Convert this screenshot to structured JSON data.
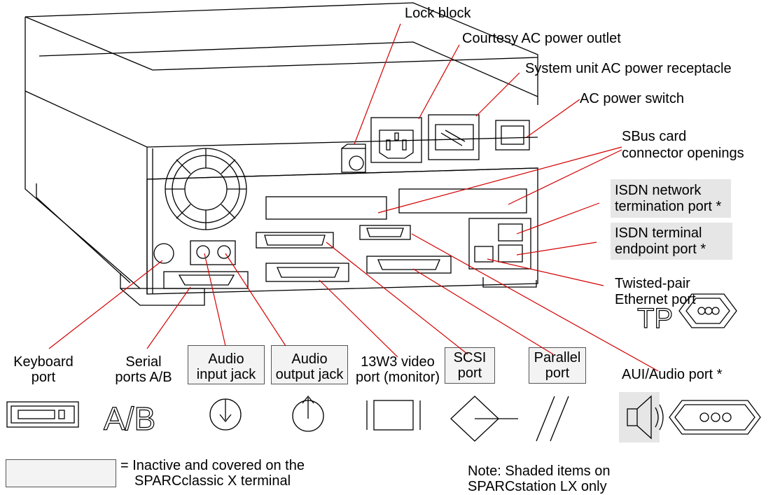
{
  "labels": {
    "lock_block": "Lock block",
    "courtesy_outlet": "Courtesy AC power outlet",
    "ac_receptacle": "System unit AC power receptacle",
    "ac_switch": "AC power switch",
    "sbus_1": "SBus card",
    "sbus_2": "connector openings",
    "isdn_net_1": "ISDN network",
    "isdn_net_2": "termination port *",
    "isdn_term_1": "ISDN terminal",
    "isdn_term_2": "endpoint port *",
    "tp_1": "Twisted-pair",
    "tp_2": "Ethernet port",
    "tp_symbol": "TP",
    "keyboard_1": "Keyboard",
    "keyboard_2": "port",
    "serial_1": "Serial",
    "serial_2": "ports A/B",
    "audio_in_1": "Audio",
    "audio_in_2": "input jack",
    "audio_out_1": "Audio",
    "audio_out_2": "output jack",
    "video_1": "13W3 video",
    "video_2": "port (monitor)",
    "scsi_1": "SCSI",
    "scsi_2": "port",
    "parallel_1": "Parallel",
    "parallel_2": "port",
    "aui": "AUI/Audio port *",
    "ab_symbol": "A/B"
  },
  "legend": {
    "inactive_1": "= Inactive and covered on the",
    "inactive_2": "SPARCclassic X terminal",
    "note_1": "Note: Shaded items on",
    "note_2": "SPARCstation LX only"
  },
  "colors": {
    "leader_line": "#d40000",
    "shade": "#e6e6e6",
    "outline": "#000000"
  }
}
